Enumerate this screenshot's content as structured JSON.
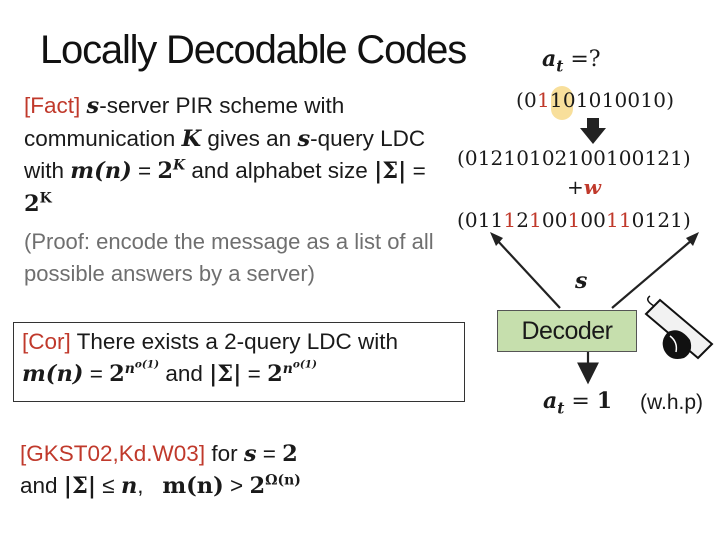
{
  "title": "Locally Decodable Codes",
  "fact": {
    "tag": "[Fact]",
    "s": "s",
    "t1": "-server PIR scheme with communication ",
    "K": "K",
    "t2": " gives an ",
    "s2": "s",
    "t3": "-query LDC with ",
    "mn": "m(n)",
    "eq": " = ",
    "two": "2",
    "K2": "K",
    "t4": " and alphabet size ",
    "sigma": "|Σ|",
    "eq2": " = ",
    "two2": "2",
    "K3": "K"
  },
  "proof": "(Proof: encode the message as a list of all possible answers by a server)",
  "cor": {
    "tag": "[Cor]",
    "t1": " There exists a 2-query LDC with",
    "mn": "m(n)",
    "eq": " = ",
    "two": "2",
    "exp": "n",
    "exp2": "o(1)",
    "t2": "and ",
    "sigma": "|Σ|",
    "eq2": " = ",
    "two2": "2",
    "exp3": "n",
    "exp4": "o(1)"
  },
  "gkst": {
    "tag": "[GKST02,Kd.W03]",
    "t1": " for ",
    "s": "s",
    "eq": " = ",
    "two": "2",
    "t2": "and ",
    "sigma": "|Σ|",
    "le": " ≤ ",
    "n": "n",
    "comma": ",",
    "mn": "m(n)",
    "gt": " > ",
    "two2": "2",
    "exp": "Ω(n)"
  },
  "diagram": {
    "at": "a",
    "t": "t",
    "q": " =?",
    "string1": [
      "(0",
      "1",
      "1",
      "01010010)"
    ],
    "string2": "(01210102100100121)",
    "plus": "+",
    "w": "w",
    "string3": [
      [
        "(011",
        "k"
      ],
      [
        "1",
        "r"
      ],
      [
        "2",
        "k"
      ],
      [
        "1",
        "r"
      ],
      [
        "00",
        "k"
      ],
      [
        "1",
        "r"
      ],
      [
        "00",
        "k"
      ],
      [
        "1",
        "r"
      ],
      [
        "1",
        "r"
      ],
      [
        "0121)",
        "k"
      ]
    ],
    "s": "s",
    "decoder": "Decoder",
    "result_a": "a",
    "result_t": "t",
    "result_eq": " = ",
    "result_one": "1",
    "whp": "(w.h.p)"
  },
  "colors": {
    "red": "#c0392b",
    "gray": "#6f6f6f",
    "decoder_fill": "#c6dfad",
    "highlight": "#f7d98a"
  }
}
